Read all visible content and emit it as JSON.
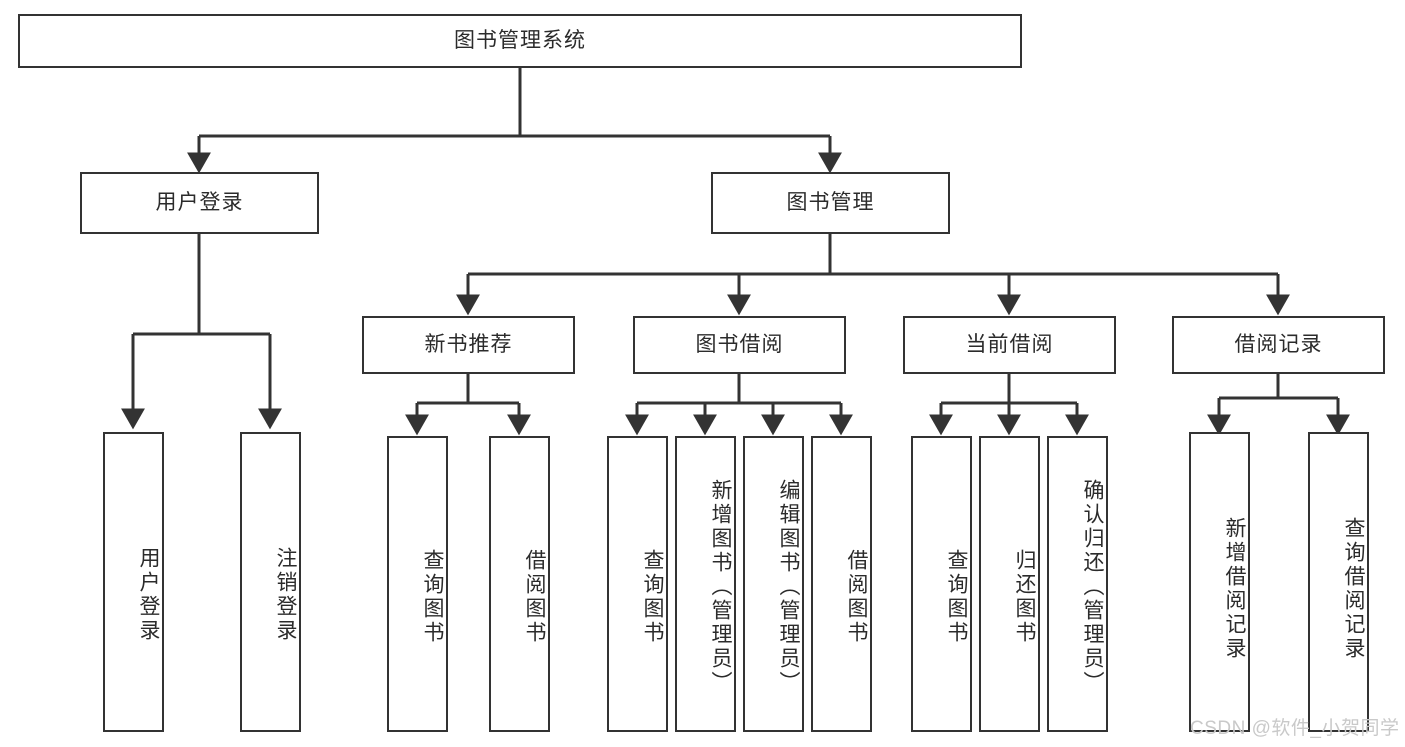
{
  "diagram": {
    "title": "图书管理系统",
    "type": "hierarchy-tree",
    "watermark": "CSDN @软件_小贺同学",
    "colors": {
      "box_border": "#333333",
      "box_fill": "#ffffff",
      "text": "#2b2b2b",
      "edge": "#333333",
      "watermark": "#c9c9c9"
    },
    "levels": {
      "root": {
        "label": "图书管理系统"
      },
      "level1": [
        {
          "label": "用户登录"
        },
        {
          "label": "图书管理"
        }
      ],
      "level2": [
        {
          "label": "新书推荐"
        },
        {
          "label": "图书借阅"
        },
        {
          "label": "当前借阅"
        },
        {
          "label": "借阅记录"
        }
      ],
      "leaves": {
        "user_login": [
          {
            "label": "用户登录"
          },
          {
            "label": "注销登录"
          }
        ],
        "new_book_recommend": [
          {
            "label": "查询图书"
          },
          {
            "label": "借阅图书"
          }
        ],
        "book_borrow": [
          {
            "label": "查询图书"
          },
          {
            "label": "新增图书（管理员）"
          },
          {
            "label": "编辑图书（管理员）"
          },
          {
            "label": "借阅图书"
          }
        ],
        "current_borrow": [
          {
            "label": "查询图书"
          },
          {
            "label": "归还图书"
          },
          {
            "label": "确认归还（管理员）"
          }
        ],
        "borrow_record": [
          {
            "label": "新增借阅记录"
          },
          {
            "label": "查询借阅记录"
          }
        ]
      }
    }
  }
}
